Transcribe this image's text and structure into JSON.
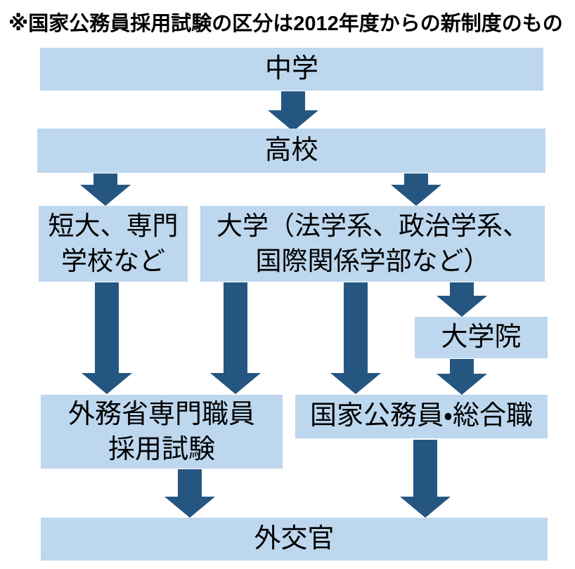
{
  "note": "※国家公務員採用試験の区分は2012年度からの新制度のもの",
  "colors": {
    "background": "#FFFFFF",
    "box_fill": "#BDD7EE",
    "arrow": "#255681",
    "text": "#000000"
  },
  "nodes": {
    "middle_school": {
      "label": "中学"
    },
    "high_school": {
      "label": "高校"
    },
    "junior_college": {
      "line1": "短大、専門",
      "line2": "学校など"
    },
    "university": {
      "line1": "大学（法学系、政治学系、",
      "line2": "国際関係学部など）"
    },
    "grad_school": {
      "label": "大学院"
    },
    "mofa_exam": {
      "line1": "外務省専門職員",
      "line2": "採用試験"
    },
    "civil_service": {
      "label": "国家公務員・総合職"
    },
    "diplomat": {
      "label": "外交官"
    }
  },
  "edges": [
    {
      "from": "middle_school",
      "to": "high_school"
    },
    {
      "from": "high_school",
      "to": "junior_college"
    },
    {
      "from": "high_school",
      "to": "university"
    },
    {
      "from": "junior_college",
      "to": "mofa_exam"
    },
    {
      "from": "university",
      "to": "mofa_exam"
    },
    {
      "from": "university",
      "to": "civil_service"
    },
    {
      "from": "university",
      "to": "grad_school"
    },
    {
      "from": "grad_school",
      "to": "civil_service"
    },
    {
      "from": "mofa_exam",
      "to": "diplomat"
    },
    {
      "from": "civil_service",
      "to": "diplomat"
    }
  ]
}
